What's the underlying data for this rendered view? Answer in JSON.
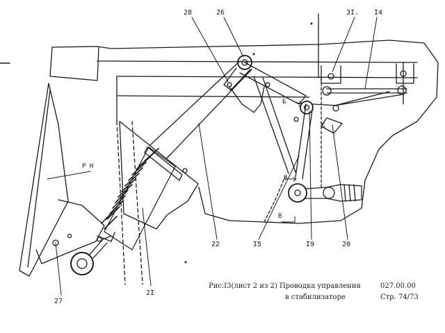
{
  "callouts": {
    "c28": "28",
    "c26": "26",
    "c31": "3I.",
    "c14": "I4",
    "c22": "22",
    "c15": "I5",
    "c19": "I9",
    "c20": "20",
    "c21": "2I",
    "c27": "27"
  },
  "section_marks": {
    "b1": "Б",
    "b2": "Б",
    "v1": "В",
    "v2": "В"
  },
  "zone_label": "Р Н",
  "caption": {
    "line1": "Рис.I3(лист 2 из 2) Проводка управления",
    "line2": "в стабилизаторе",
    "doc_code": "027.00.00",
    "page": "Стр. 74/73"
  },
  "colors": {
    "ink": "#1a1a1a",
    "paper": "#ffffff"
  }
}
